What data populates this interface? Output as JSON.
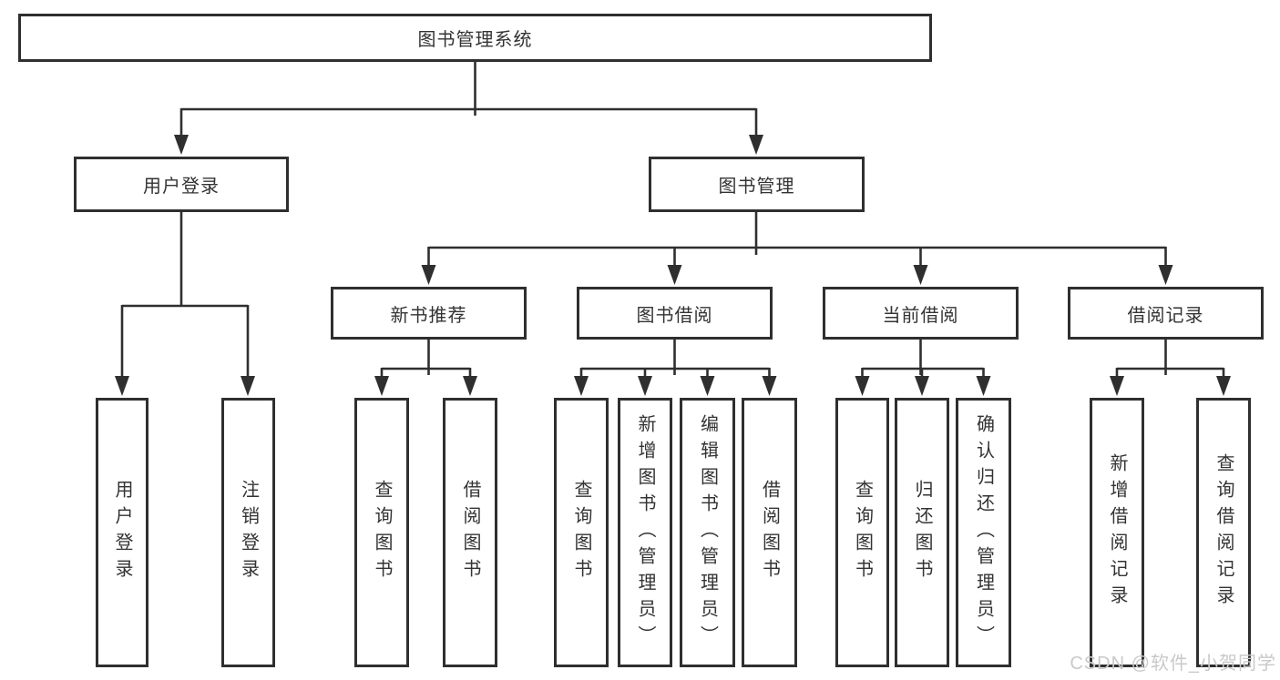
{
  "diagram": {
    "root": {
      "label": "图书管理系统"
    },
    "level2": [
      {
        "label": "用户登录"
      },
      {
        "label": "图书管理"
      }
    ],
    "level3": [
      {
        "label": "新书推荐"
      },
      {
        "label": "图书借阅"
      },
      {
        "label": "当前借阅"
      },
      {
        "label": "借阅记录"
      }
    ],
    "leaves": [
      {
        "parent": "用户登录",
        "label": "用户登录"
      },
      {
        "parent": "用户登录",
        "label": "注销登录"
      },
      {
        "parent": "新书推荐",
        "label": "查询图书"
      },
      {
        "parent": "新书推荐",
        "label": "借阅图书"
      },
      {
        "parent": "图书借阅",
        "label": "查询图书"
      },
      {
        "parent": "图书借阅",
        "label": "新增图书（管理员）"
      },
      {
        "parent": "图书借阅",
        "label": "编辑图书（管理员）"
      },
      {
        "parent": "图书借阅",
        "label": "借阅图书"
      },
      {
        "parent": "当前借阅",
        "label": "查询图书"
      },
      {
        "parent": "当前借阅",
        "label": "归还图书"
      },
      {
        "parent": "当前借阅",
        "label": "确认归还（管理员）"
      },
      {
        "parent": "借阅记录",
        "label": "新增借阅记录"
      },
      {
        "parent": "借阅记录",
        "label": "查询借阅记录"
      }
    ],
    "watermark": "CSDN @软件_小贺同学",
    "colors": {
      "line": "#2f2f2f",
      "text": "#333333",
      "watermark": "#c9c9c9",
      "background": "#ffffff"
    }
  }
}
